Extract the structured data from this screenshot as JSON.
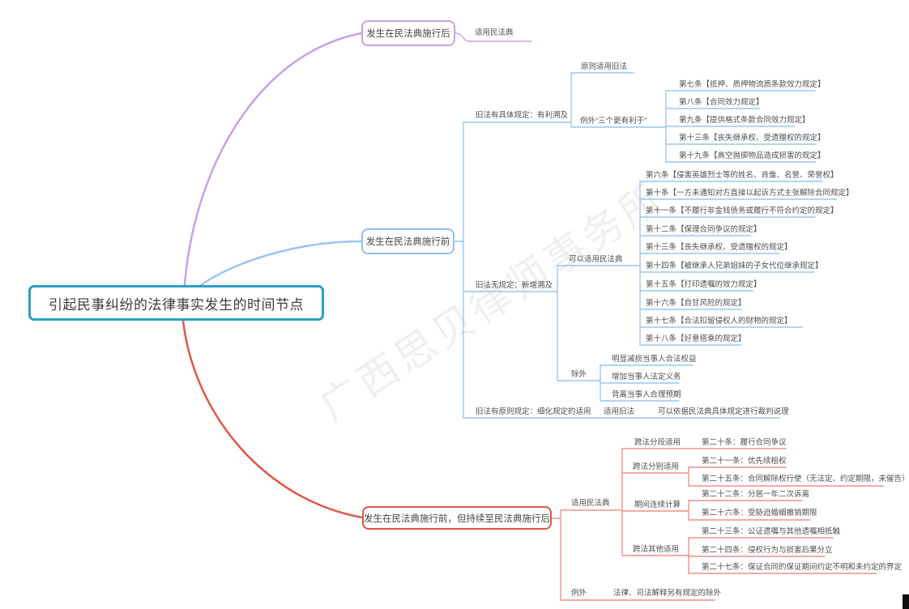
{
  "watermark": {
    "text": "广西思贝律师事务所"
  },
  "colors": {
    "root_border": "#2b9fc7",
    "purple": "#c9a0e6",
    "blue": "#9cc6f0",
    "blue_box": "#8fc0ee",
    "red_light": "#ef9088",
    "red_strong": "#e15647",
    "text": "#4f4f4f"
  },
  "map": {
    "root": "引起民事纠纷的法律事实发生的时间节点",
    "branch_after": {
      "topic": "发生在民法典施行后",
      "apply": "适用民法典"
    },
    "branch_before": {
      "topic": "发生在民法典施行前",
      "specific": {
        "label": "旧法有具体规定：有利溯及",
        "principle": "原则适用旧法",
        "exception": {
          "label": "例外“三个更有利于”",
          "items": [
            "第七条【抵押、质押物流质条款效力规定】",
            "第八条【合同效力规定】",
            "第九条【提供格式条款合同效力规定】",
            "第十三条【丧失继承权、受遗赠权的规定】",
            "第十九条【高空抛掷物品造成损害的规定】"
          ]
        }
      },
      "none": {
        "label": "旧法无规定：新增溯及",
        "apply": {
          "label": "可以适用民法典",
          "items": [
            "第六条【侵害英雄烈士等的姓名、肖像、名誉、荣誉权】",
            "第十条【一方未通知对方直接以起诉方式主张解除合同规定】",
            "第十一条【不履行非金钱债务或履行不符合约定的规定】",
            "第十二条【保理合同争议的规定】",
            "第十三条【丧失继承权、受遗赠权的规定】",
            "第十四条【被继承人兄弟姐妹的子女代位继承规定】",
            "第十五条【打印遗嘱的效力规定】",
            "第十六条【自甘风险的规定】",
            "第十七条【合法扣留侵权人的财物的规定】",
            "第十八条【好意搭乘的规定】"
          ]
        },
        "except": {
          "label": "除外",
          "items": [
            "明显减损当事人合法权益",
            "增加当事人法定义务",
            "背离当事人合理预期"
          ]
        }
      },
      "general": {
        "label": "旧法有原则规定：细化规定的适用",
        "apply": "适用旧法",
        "note": "可以依据民法典具体规定进行裁判说理"
      }
    },
    "branch_continuing": {
      "topic": "发生在民法典施行前，但持续至民法典施行后",
      "apply": {
        "label": "适用民法典",
        "segment": {
          "label": "跨法分段适用",
          "items": [
            "第二十条：履行合同争议"
          ]
        },
        "separate": {
          "label": "跨法分别适用",
          "items": [
            "第二十一条：优先续租权",
            "第二十五条：合同解除权行使（无法定、约定期限，未催告）"
          ]
        },
        "period": {
          "label": "期间连续计算",
          "items": [
            "第二十二条：分居一年二次诉离",
            "第二十六条：受胁迫婚姻撤销期限"
          ]
        },
        "other": {
          "label": "跨法其他适用",
          "items": [
            "第二十三条：公证遗嘱与其他遗嘱相抵触",
            "第二十四条：侵权行为与损害后果分立",
            "第二十七条：保证合同的保证期间约定不明和未约定的界定"
          ]
        }
      },
      "exception": {
        "label": "例外",
        "note": "法律、司法解释另有规定的除外"
      }
    }
  }
}
